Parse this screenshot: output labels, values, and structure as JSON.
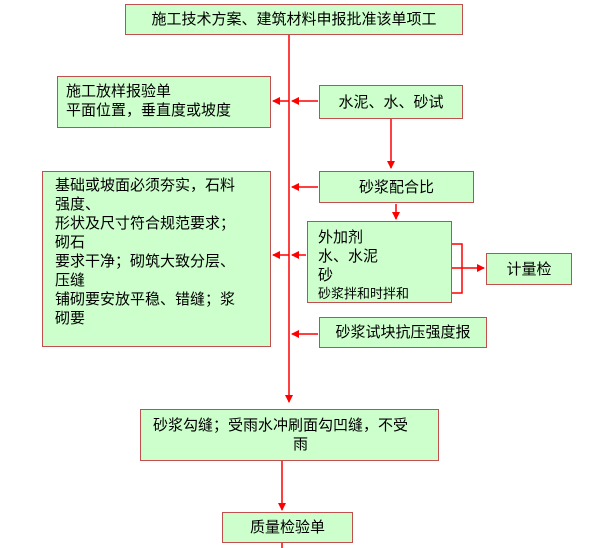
{
  "diagram": {
    "top": "施工技术方案、建筑材料申报批准该单项工",
    "layout_check": {
      "lines": [
        "施工放样报验单",
        "平面位置，垂直度或坡度"
      ]
    },
    "cement_test": "水泥、水、砂试",
    "mortar_mix": "砂浆配合比",
    "foundation": {
      "lines": [
        "基础或坡面必须夯实，石料",
        "强度、",
        "形状及尺寸符合规范要求；",
        "砌石",
        "要求干净；砌筑大致分层、",
        "压缝",
        "铺砌要安放平稳、错缝；浆",
        "砌要"
      ]
    },
    "additives": {
      "lines": [
        "外加剂",
        "水、水泥",
        "砂",
        "砂浆拌和时拌和"
      ]
    },
    "metering": "计量检",
    "mortar_strength": "砂浆试块抗压强度报",
    "pointing": {
      "lines": [
        "砂浆勾缝；受雨水冲刷面勾凹缝，不受",
        "雨"
      ]
    },
    "quality": "质量检验单",
    "colors": {
      "box_fill": "#ccffcc",
      "box_border": "#c0504d",
      "arrow": "#ff0000"
    }
  }
}
